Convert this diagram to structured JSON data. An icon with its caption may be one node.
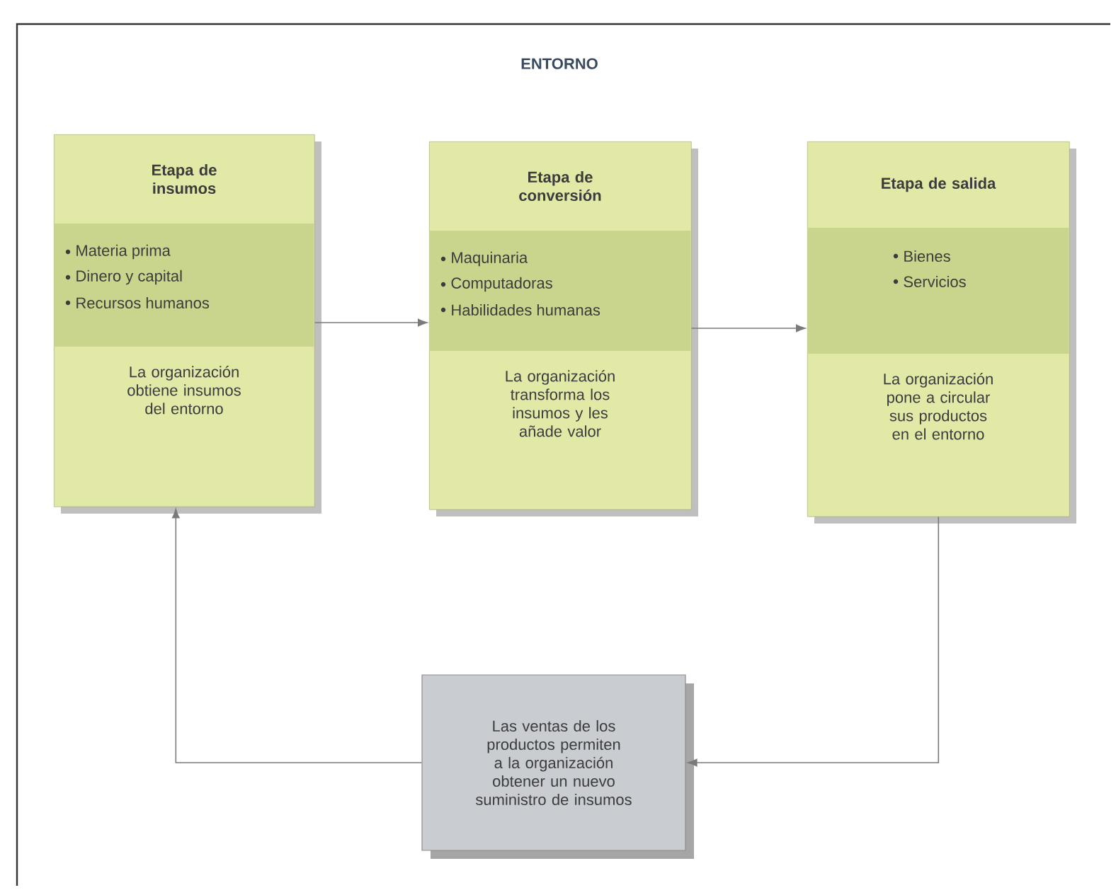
{
  "diagram": {
    "title": "ENTORNO",
    "nodes": [
      {
        "text": [
          "Etapa de insumos",
          "Materia prima",
          "Dinero y capital",
          "Recursos humanos",
          "La organización obtiene insumos del entorno"
        ]
      },
      {
        "text": [
          "Etapa de conversión",
          "Maquinaria",
          "Computadoras",
          "Habilidades humanas",
          "La organización transforma los insumos y les añade valor"
        ]
      },
      {
        "text": [
          "Etapa de salida",
          "Bienes",
          "Servicios",
          "La organización pone a circular sus productos en el entorno"
        ]
      },
      {
        "text": [
          "Las ventas de los productos permiten a la organización obtener un nuevo suministro de insumos"
        ]
      }
    ],
    "edges": [
      {
        "from": 0,
        "to": 1,
        "arrow": "to"
      },
      {
        "from": 1,
        "to": 2,
        "arrow": "to"
      },
      {
        "from": 2,
        "to": 3,
        "arrow": "to"
      },
      {
        "from": 3,
        "to": 0,
        "arrow": "to"
      }
    ]
  }
}
